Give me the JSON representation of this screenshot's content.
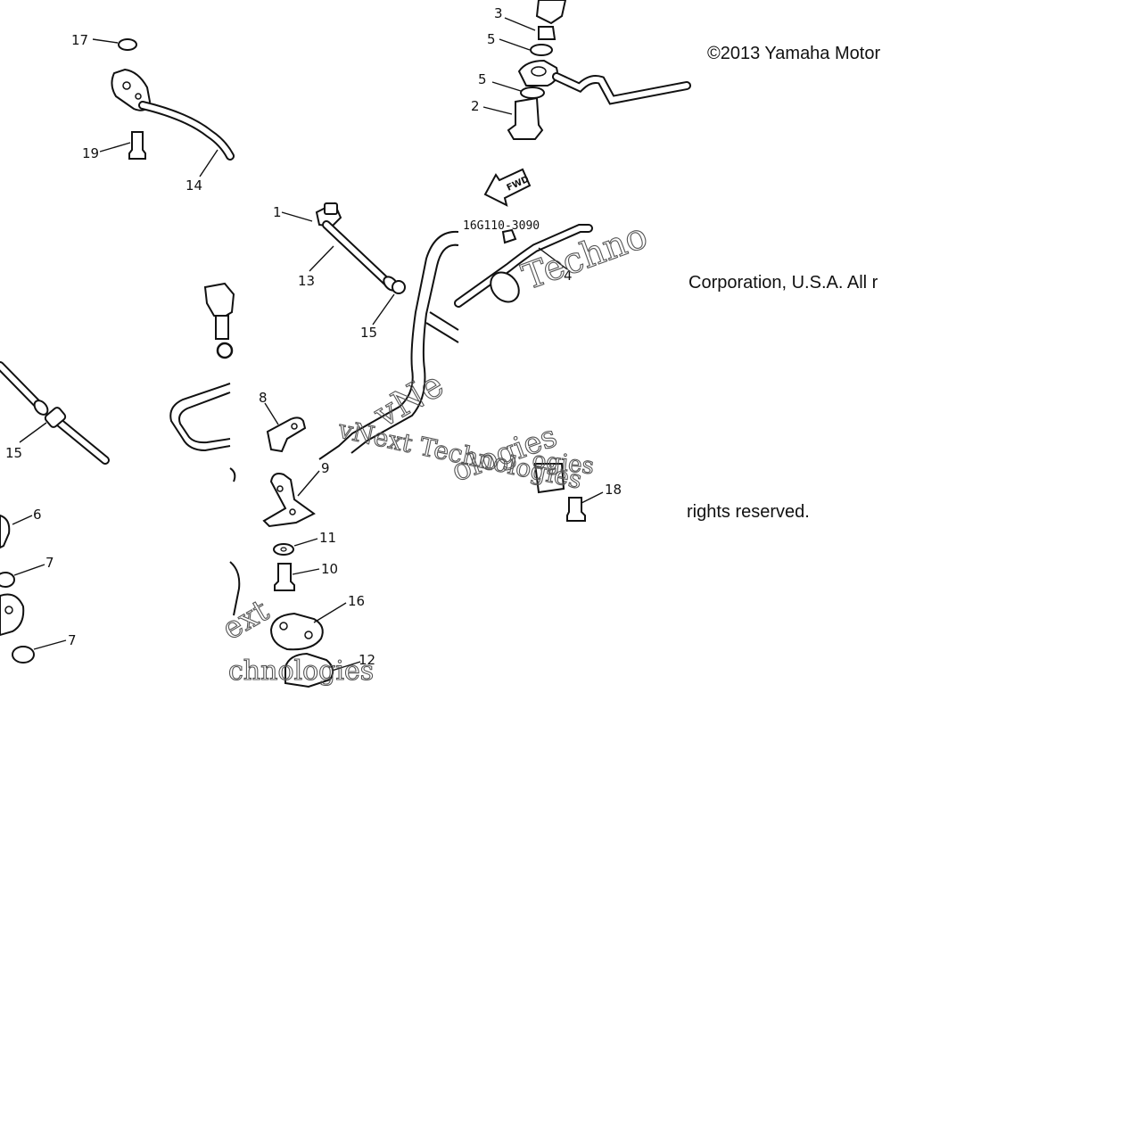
{
  "diagram": {
    "part_code_label": "16G110-3090",
    "fwd_label": "FWD",
    "copyright_line_1": "©2013 Yamaha Motor",
    "copyright_line_2": "Corporation, U.S.A. All r",
    "copyright_line_3": "rights reserved.",
    "watermark_a": "vNext Technologies",
    "watermark_b": "Techno",
    "watermark_c": "ologies",
    "watermark_d": "ext",
    "watermark_e": "chnologies",
    "watermark_f": "ogies",
    "watermark_g": "vNe",
    "callouts": [
      "17",
      "19",
      "14",
      "1",
      "13",
      "15",
      "15",
      "8",
      "9",
      "11",
      "10",
      "16",
      "12",
      "6",
      "7",
      "7",
      "3",
      "5",
      "5",
      "2",
      "4",
      "18"
    ]
  }
}
